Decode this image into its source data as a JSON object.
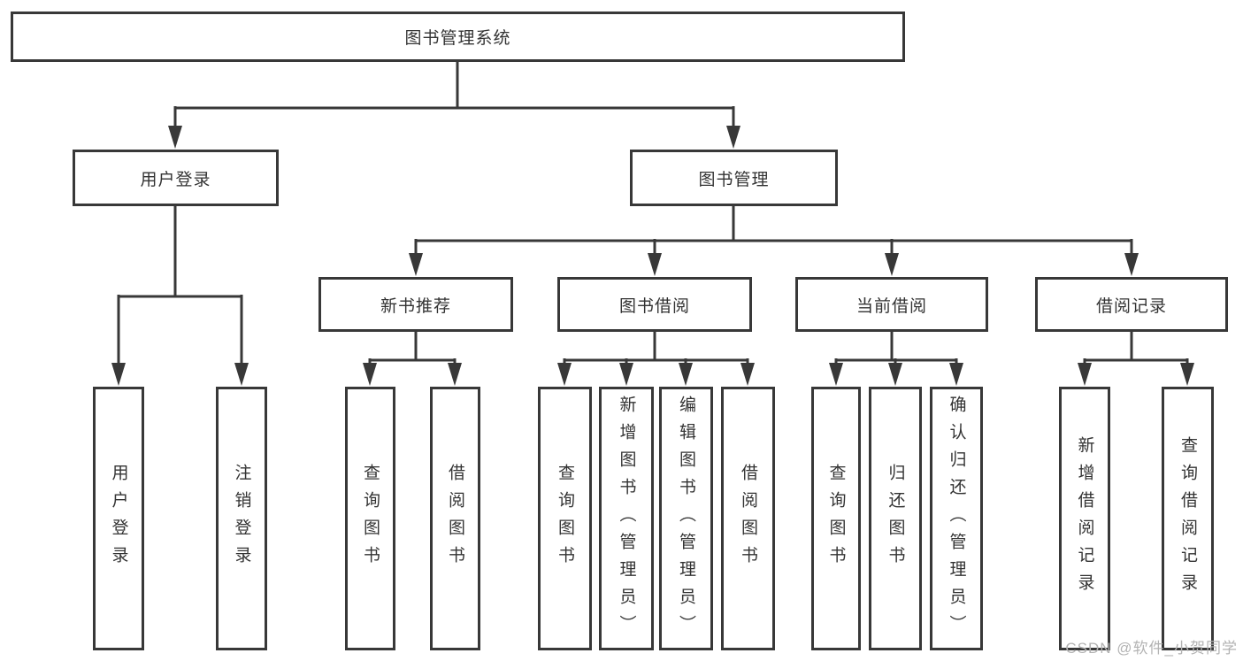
{
  "nodes": {
    "root": "图书管理系统",
    "level1": [
      {
        "label": "用户登录",
        "children": [
          "用户登录",
          "注销登录"
        ]
      },
      {
        "label": "图书管理"
      }
    ],
    "level2": [
      {
        "label": "新书推荐",
        "children": [
          "查询图书",
          "借阅图书"
        ]
      },
      {
        "label": "图书借阅",
        "children": [
          "查询图书",
          "新增图书（管理员）",
          "编辑图书（管理员）",
          "借阅图书"
        ]
      },
      {
        "label": "当前借阅",
        "children": [
          "查询图书",
          "归还图书",
          "确认归还（管理员）"
        ]
      },
      {
        "label": "借阅记录",
        "children": [
          "新增借阅记录",
          "查询借阅记录"
        ]
      }
    ]
  },
  "watermark": "CSDN @软件_小贺同学",
  "colors": {
    "line": "#383838",
    "text": "#333333",
    "watermark": "#b3b3b3",
    "background": "#ffffff"
  }
}
